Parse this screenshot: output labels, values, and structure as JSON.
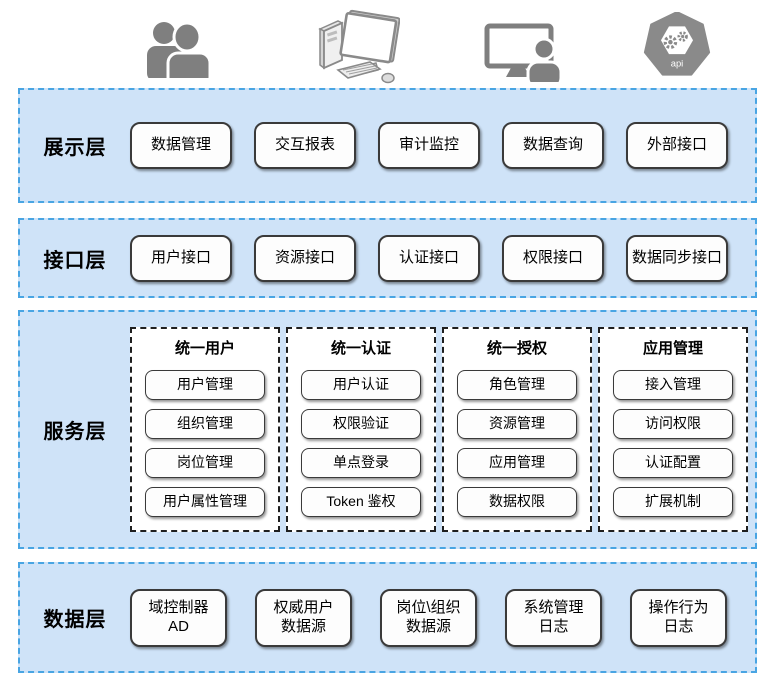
{
  "colors": {
    "band_fill": "#cfe3f8",
    "band_border": "#49a5e3",
    "node_border": "#3a3a3a",
    "icon_gray": "#7f7f7f"
  },
  "icons": {
    "api_label": "api"
  },
  "layers": {
    "presentation": {
      "label": "展示层",
      "boxes": [
        "数据管理",
        "交互报表",
        "审计监控",
        "数据查询",
        "外部接口"
      ]
    },
    "interface": {
      "label": "接口层",
      "boxes": [
        "用户接口",
        "资源接口",
        "认证接口",
        "权限接口",
        "数据同步接口"
      ]
    },
    "service": {
      "label": "服务层",
      "groups": [
        {
          "title": "统一用户",
          "items": [
            "用户管理",
            "组织管理",
            "岗位管理",
            "用户属性管理"
          ]
        },
        {
          "title": "统一认证",
          "items": [
            "用户认证",
            "权限验证",
            "单点登录",
            "Token 鉴权"
          ]
        },
        {
          "title": "统一授权",
          "items": [
            "角色管理",
            "资源管理",
            "应用管理",
            "数据权限"
          ]
        },
        {
          "title": "应用管理",
          "items": [
            "接入管理",
            "访问权限",
            "认证配置",
            "扩展机制"
          ]
        }
      ]
    },
    "data": {
      "label": "数据层",
      "boxes": [
        {
          "line1": "域控制器",
          "line2": "AD"
        },
        {
          "line1": "权威用户",
          "line2": "数据源"
        },
        {
          "line1": "岗位\\组织",
          "line2": "数据源"
        },
        {
          "line1": "系统管理",
          "line2": "日志"
        },
        {
          "line1": "操作行为",
          "line2": "日志"
        }
      ]
    }
  }
}
